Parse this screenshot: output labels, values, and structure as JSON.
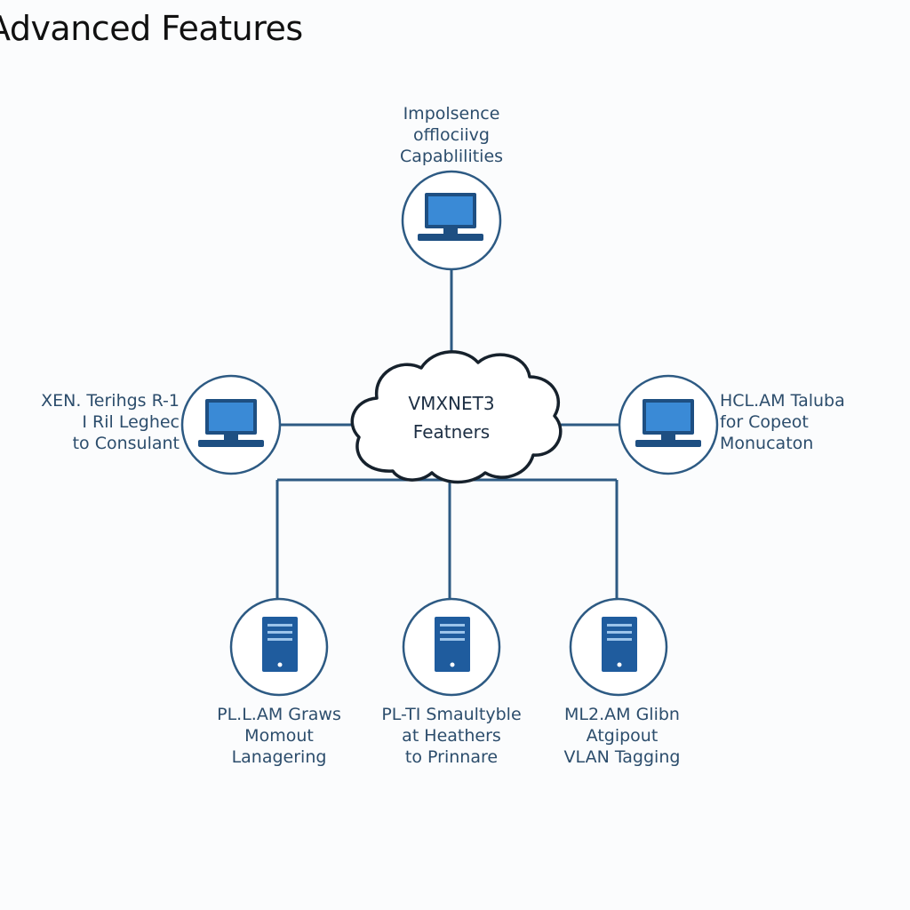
{
  "title": "Advanced Features",
  "center_node": {
    "icon": "cloud-icon",
    "line1": "VMXNET3",
    "line2": "Featners"
  },
  "top_node": {
    "icon": "laptop-icon",
    "lines": [
      "Impolsence",
      "offlociivg",
      "Capablilities"
    ]
  },
  "left_node": {
    "icon": "laptop-icon",
    "lines": [
      "XEN. Terihgs R-1",
      "I Ril Leghec",
      "to Consulant"
    ]
  },
  "right_node": {
    "icon": "laptop-icon",
    "lines": [
      "HCL.AM Taluba",
      "for Copeot",
      "Monucaton"
    ]
  },
  "bottom_nodes": [
    {
      "icon": "server-icon",
      "lines": [
        "PL.L.AM Graws",
        "Momout",
        "Lanagering"
      ]
    },
    {
      "icon": "server-icon",
      "lines": [
        "PL-TI Smaultyble",
        "at Heathers",
        "to Prinnare"
      ]
    },
    {
      "icon": "server-icon",
      "lines": [
        "ML2.AM Glibn",
        "Atgipout",
        "VLAN Tagging"
      ]
    }
  ],
  "colors": {
    "line": "#2d5a83",
    "screen": "#2a70b8",
    "server": "#1f5c9e",
    "circle_stroke": "#2d5a83",
    "cloud_stroke": "#16212c"
  }
}
